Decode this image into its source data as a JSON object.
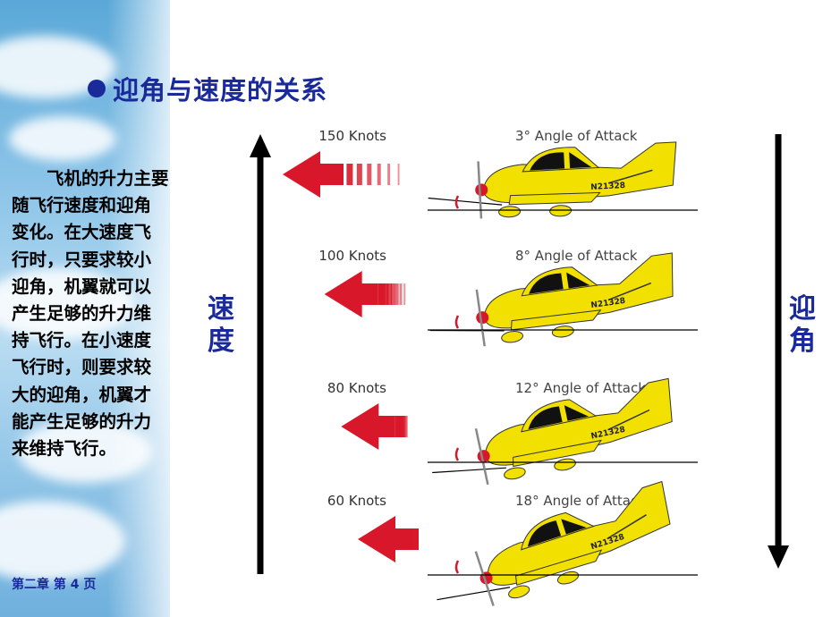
{
  "title": "迎角与速度的关系",
  "paragraph_lines": [
    "飞机的升力主要",
    "随飞行速度和迎角",
    "变化。在大速度飞",
    "行时，只要求较小",
    "迎角，机翼就可以",
    "产生足够的升力维",
    "持飞行。在小速度",
    "飞行时，则要求较",
    "大的迎角，机翼才",
    "能产生足够的升力",
    "来维持飞行。"
  ],
  "footer": "第二章 第 4 页",
  "speed_label": "速度",
  "aoa_label": "迎角",
  "planes": [
    {
      "speed_label": "150 Knots",
      "knots": 150,
      "aoa_label": "3° Angle of Attack",
      "aoa_deg": 3,
      "registration": "N21328"
    },
    {
      "speed_label": "100 Knots",
      "knots": 100,
      "aoa_label": "8° Angle of Attack",
      "aoa_deg": 8,
      "registration": "N21328"
    },
    {
      "speed_label": "80 Knots",
      "knots": 80,
      "aoa_label": "12° Angle of Attack",
      "aoa_deg": 12,
      "registration": "N21328"
    },
    {
      "speed_label": "60 Knots",
      "knots": 60,
      "aoa_label": "18° Angle of Attack",
      "aoa_deg": 18,
      "registration": "N21328"
    }
  ],
  "colors": {
    "title": "#1a2a9a",
    "arrow_red": "#d8182a",
    "plane_yellow": "#f2e000",
    "axis": "#000000"
  }
}
